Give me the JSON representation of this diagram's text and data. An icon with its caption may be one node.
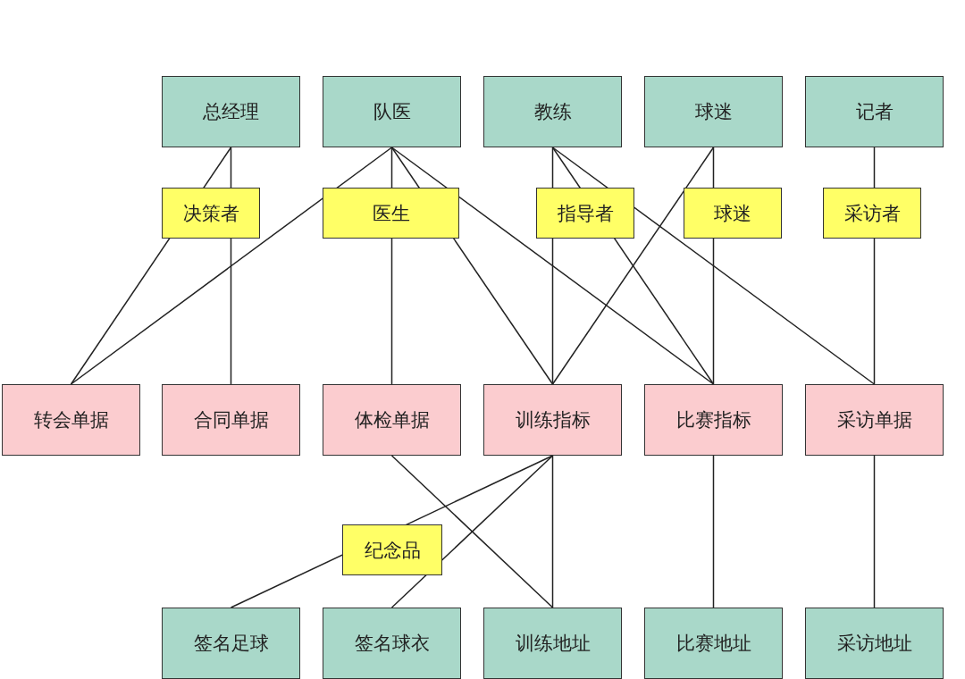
{
  "diagram": {
    "nodes": [
      {
        "text": [
          "总经理"
        ]
      },
      {
        "text": [
          "队医"
        ]
      },
      {
        "text": [
          "教练"
        ]
      },
      {
        "text": [
          "球迷"
        ]
      },
      {
        "text": [
          "记者"
        ]
      },
      {
        "text": [
          "转会单据"
        ]
      },
      {
        "text": [
          "合同单据"
        ]
      },
      {
        "text": [
          "体检单据"
        ]
      },
      {
        "text": [
          "训练指标"
        ]
      },
      {
        "text": [
          "比赛指标"
        ]
      },
      {
        "text": [
          "采访单据"
        ]
      },
      {
        "text": [
          "签名足球"
        ]
      },
      {
        "text": [
          "签名球衣"
        ]
      },
      {
        "text": [
          "训练地址"
        ]
      },
      {
        "text": [
          "比赛地址"
        ]
      },
      {
        "text": [
          "采访地址"
        ]
      }
    ],
    "edges": [
      {
        "from": 0,
        "to": 5,
        "arrow": "none"
      },
      {
        "from": 0,
        "to": 6,
        "arrow": "none",
        "label": "决策者"
      },
      {
        "from": 1,
        "to": 5,
        "arrow": "none"
      },
      {
        "from": 1,
        "to": 7,
        "arrow": "none",
        "label": "医生"
      },
      {
        "from": 1,
        "to": 8,
        "arrow": "none"
      },
      {
        "from": 1,
        "to": 9,
        "arrow": "none"
      },
      {
        "from": 2,
        "to": 8,
        "arrow": "none",
        "label": "指导者"
      },
      {
        "from": 2,
        "to": 9,
        "arrow": "none"
      },
      {
        "from": 2,
        "to": 10,
        "arrow": "none"
      },
      {
        "from": 3,
        "to": 8,
        "arrow": "none"
      },
      {
        "from": 3,
        "to": 9,
        "arrow": "none",
        "label": "球迷"
      },
      {
        "from": 4,
        "to": 10,
        "arrow": "none",
        "label": "采访者"
      },
      {
        "from": 8,
        "to": 11,
        "arrow": "none",
        "label": "纪念品"
      },
      {
        "from": 8,
        "to": 12,
        "arrow": "none"
      },
      {
        "from": 8,
        "to": 13,
        "arrow": "none"
      },
      {
        "from": 7,
        "to": 13,
        "arrow": "none"
      },
      {
        "from": 9,
        "to": 14,
        "arrow": "none"
      },
      {
        "from": 10,
        "to": 15,
        "arrow": "none"
      }
    ]
  }
}
